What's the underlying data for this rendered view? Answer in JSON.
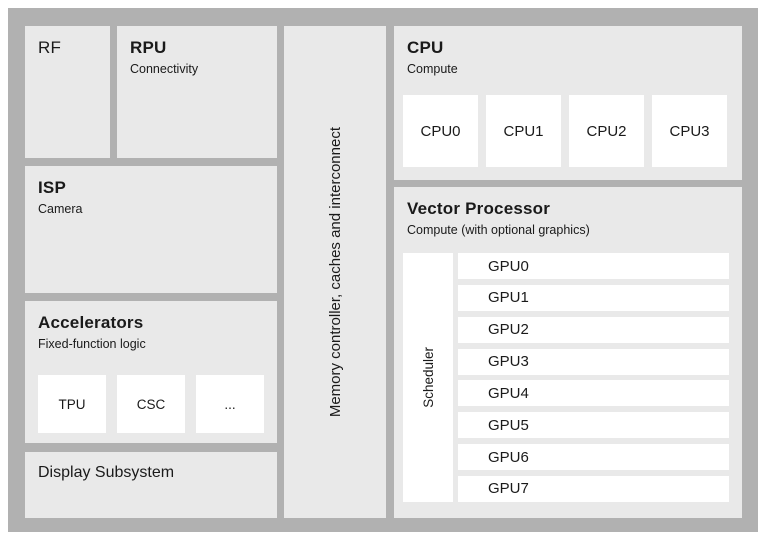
{
  "colors": {
    "page_background": "#ffffff",
    "frame": "#b1b1b1",
    "block": "#e9e9e9",
    "unit": "#ffffff",
    "text": "#1a1a1a"
  },
  "rf": {
    "title": "RF"
  },
  "rpu": {
    "title": "RPU",
    "subtitle": "Connectivity"
  },
  "isp": {
    "title": "ISP",
    "subtitle": "Camera"
  },
  "accelerators": {
    "title": "Accelerators",
    "subtitle": "Fixed-function logic",
    "units": [
      "TPU",
      "CSC",
      "..."
    ]
  },
  "display_subsystem": {
    "title": "Display Subsystem"
  },
  "memory": {
    "title": "Memory controller, caches and interconnect"
  },
  "cpu": {
    "title": "CPU",
    "subtitle": "Compute",
    "cores": [
      "CPU0",
      "CPU1",
      "CPU2",
      "CPU3"
    ]
  },
  "vector": {
    "title": "Vector Processor",
    "subtitle": "Compute (with optional graphics)",
    "scheduler_label": "Scheduler",
    "gpus": [
      "GPU0",
      "GPU1",
      "GPU2",
      "GPU3",
      "GPU4",
      "GPU5",
      "GPU6",
      "GPU7"
    ]
  }
}
